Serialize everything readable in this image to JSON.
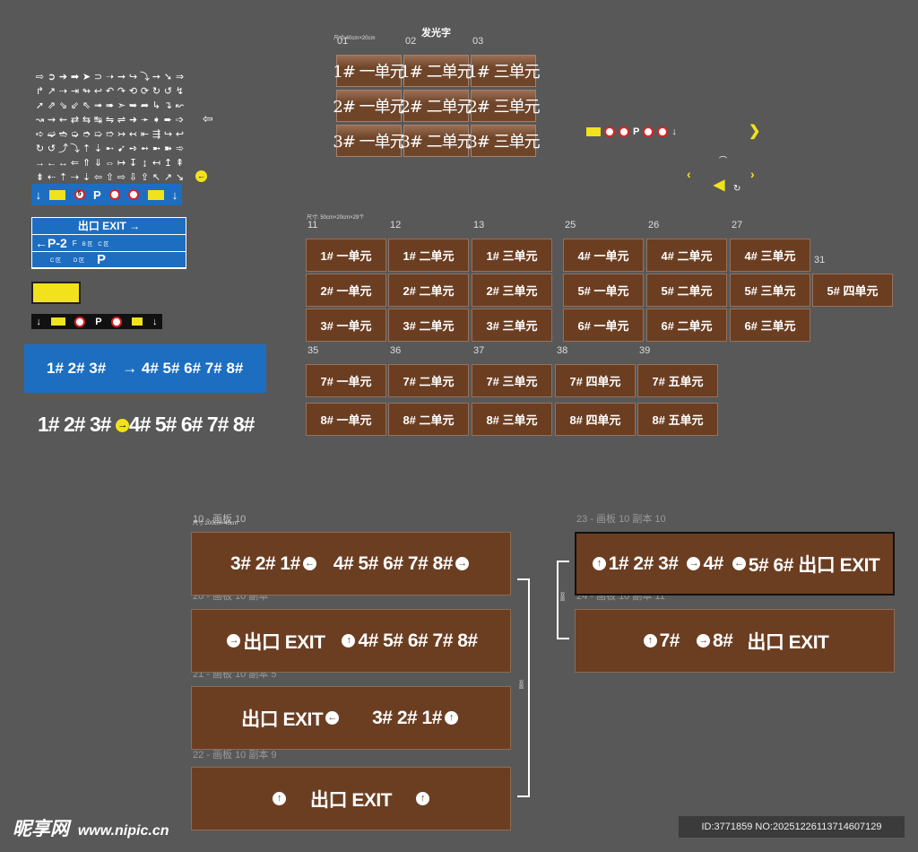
{
  "arrow_icons": [
    "⇨",
    "➲",
    "➔",
    "➡",
    "➤",
    "⊃",
    "➝",
    "➞",
    "↪",
    "⤵",
    "➙",
    "➘",
    "⇒",
    "↱",
    "↗",
    "⇢",
    "⇥",
    "↬",
    "↩",
    "↶",
    "↷",
    "⟲",
    "⟳",
    "↻",
    "↺",
    "↯",
    "➚",
    "⇗",
    "⇘",
    "⇙",
    "⇖",
    "➟",
    "➠",
    "➣",
    "➥",
    "➦",
    "↳",
    "↴",
    "↜",
    "↝",
    "⇝",
    "⇜",
    "⇄",
    "⇆",
    "↹",
    "⇋",
    "⇌",
    "➜",
    "➛",
    "➧",
    "➨",
    "➩",
    "➪",
    "➫",
    "➬",
    "➭",
    "➮",
    "➯",
    "➱",
    "↣",
    "↢",
    "⇤",
    "⇶",
    "↪",
    "↩",
    "↻",
    "↺",
    "⤴",
    "⤵",
    "⇡",
    "⇣",
    "➸",
    "➹",
    "➺",
    "➻",
    "➼",
    "➽",
    "➾",
    "→",
    "←",
    "↔",
    "⇐",
    "⇑",
    "⇓",
    "⇔",
    "↦",
    "↧",
    "↨",
    "↤",
    "↥",
    "⇞",
    "⇟",
    "⇠",
    "⇡",
    "⇢",
    "⇣",
    "⇦",
    "⇧",
    "⇨",
    "⇩",
    "⇪",
    "↖",
    "↗",
    "↘",
    "↙",
    "↚",
    "↛",
    "↜",
    "↝",
    "↞",
    "↟",
    "↠",
    "↡",
    "↢",
    "↣",
    "↤",
    "↥",
    "↦",
    "↧",
    "↨",
    "↩",
    "↪",
    "↫",
    "↬",
    "↭",
    "↮",
    "↯",
    "↰",
    "↱",
    "↲",
    "↳"
  ],
  "left_arrow": "⇦",
  "blue_bar": {
    "down": "↓",
    "parking": "P",
    "down2": "↓"
  },
  "exit_board": {
    "row1": "出口 EXIT →",
    "row2_left": "←P-2",
    "row2_sub": "F",
    "row2_b": "B 区",
    "row2_c": "C 区",
    "row3_c": "C 区",
    "row3_d": "D 区",
    "row3_p": "P"
  },
  "blue_wide": {
    "left": "1# 2# 3#",
    "right": "→ 4# 5# 6# 7# 8#"
  },
  "plain_line": {
    "left": "1# 2# 3#",
    "right": "4# 5# 6# 7# 8#"
  },
  "glow": {
    "title": "发光字",
    "size": "尺寸:40cm×20cm",
    "nums": [
      "01",
      "02",
      "03"
    ],
    "tiles": [
      "1# 一单元",
      "1# 二单元",
      "1# 三单元",
      "2# 一单元",
      "2# 二单元",
      "2# 三单元",
      "3# 一单元",
      "3# 二单元",
      "3# 三单元"
    ]
  },
  "small": {
    "size": "尺寸: 50cm×20cm×29个",
    "nums": [
      "11",
      "12",
      "13",
      "25",
      "26",
      "27",
      "31",
      "35",
      "36",
      "37",
      "38",
      "39"
    ],
    "g1": [
      "1# 一单元",
      "1# 二单元",
      "1# 三单元",
      "2# 一单元",
      "2# 二单元",
      "2# 三单元",
      "3# 一单元",
      "3# 二单元",
      "3# 三单元"
    ],
    "g2": [
      "4# 一单元",
      "4# 二单元",
      "4# 三单元",
      "5# 一单元",
      "5# 二单元",
      "5# 三单元",
      "6# 一单元",
      "6# 二单元",
      "6# 三单元"
    ],
    "extra": "5# 四单元",
    "g3": [
      "7# 一单元",
      "7# 二单元",
      "7# 三单元",
      "7# 四单元",
      "7# 五单元",
      "8# 一单元",
      "8# 二单元",
      "8# 三单元",
      "8# 四单元",
      "8# 五单元"
    ]
  },
  "boards": {
    "l1_label": "10 - 画板 10",
    "l1_size": "尺寸:200cm×45cm",
    "l2_label": "20 - 画板 10 副本",
    "l3_label": "21 - 画板 10 副本 5",
    "l4_label": "22 - 画板 10 副本 9",
    "r1_label": "23 - 画板 10 副本 10",
    "r2_label": "24 - 画板 10 副本 11",
    "l1": {
      "a": "3# 2# 1#",
      "b": "4# 5# 6# 7# 8#"
    },
    "l2": {
      "a": "出口 EXIT",
      "b": "4# 5# 6# 7# 8#"
    },
    "l3": {
      "a": "出口 EXIT",
      "b": "3# 2# 1#"
    },
    "l4": {
      "a": "出口 EXIT"
    },
    "r1": {
      "a": "1# 2# 3#",
      "b": "4#",
      "c": "5# 6# 出口 EXIT"
    },
    "r2": {
      "a": "7#",
      "b": "8#",
      "c": "出口 EXIT"
    },
    "side_left": "双面",
    "side_right": "双面"
  },
  "watermark": {
    "brand": "昵享网",
    "url": "www.nipic.cn",
    "id": "ID:3771859 NO:20251226113714607129"
  }
}
